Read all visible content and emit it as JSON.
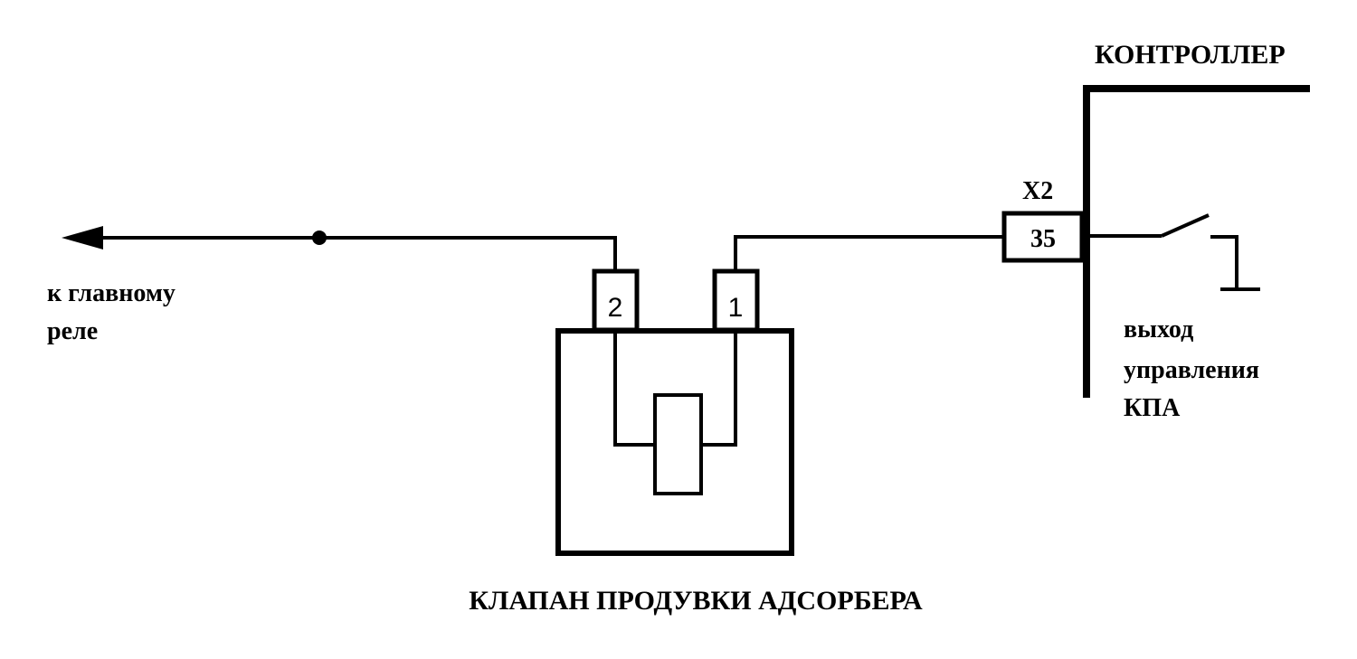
{
  "controller": {
    "title": "КОНТРОЛЛЕР"
  },
  "connector": {
    "name": "X2",
    "pin": "35"
  },
  "controller_output": {
    "lines": [
      "выход",
      "управления",
      "КПА"
    ]
  },
  "main_relay": {
    "lines": [
      "к главному",
      "реле"
    ]
  },
  "valve": {
    "title": "КЛАПАН ПРОДУВКИ АДСОРБЕРА",
    "pin_left": "2",
    "pin_right": "1"
  }
}
